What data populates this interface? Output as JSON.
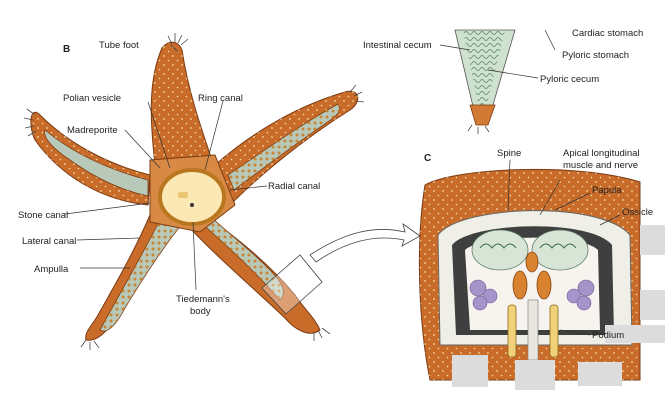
{
  "panels": {
    "b": "B",
    "c": "C"
  },
  "labels": {
    "tube_foot": "Tube foot",
    "polian_vesicle": "Polian vesicle",
    "ring_canal": "Ring canal",
    "madreporite": "Madreporite",
    "radial_canal": "Radial canal",
    "stone_canal": "Stone canal",
    "lateral_canal": "Lateral canal",
    "ampulla": "Ampulla",
    "tiedemann_1": "Tiedemann's",
    "tiedemann_2": "body",
    "intestinal_cecum": "Intestinal cecum",
    "cardiac_stomach": "Cardiac stomach",
    "pyloric_stomach": "Pyloric stomach",
    "pyloric_cecum": "Pyloric cecum",
    "spine": "Spine",
    "apical_1": "Apical longitudinal",
    "apical_2": "muscle and nerve",
    "papula": "Papula",
    "ossicle": "Ossicle",
    "podium": "Podium"
  }
}
